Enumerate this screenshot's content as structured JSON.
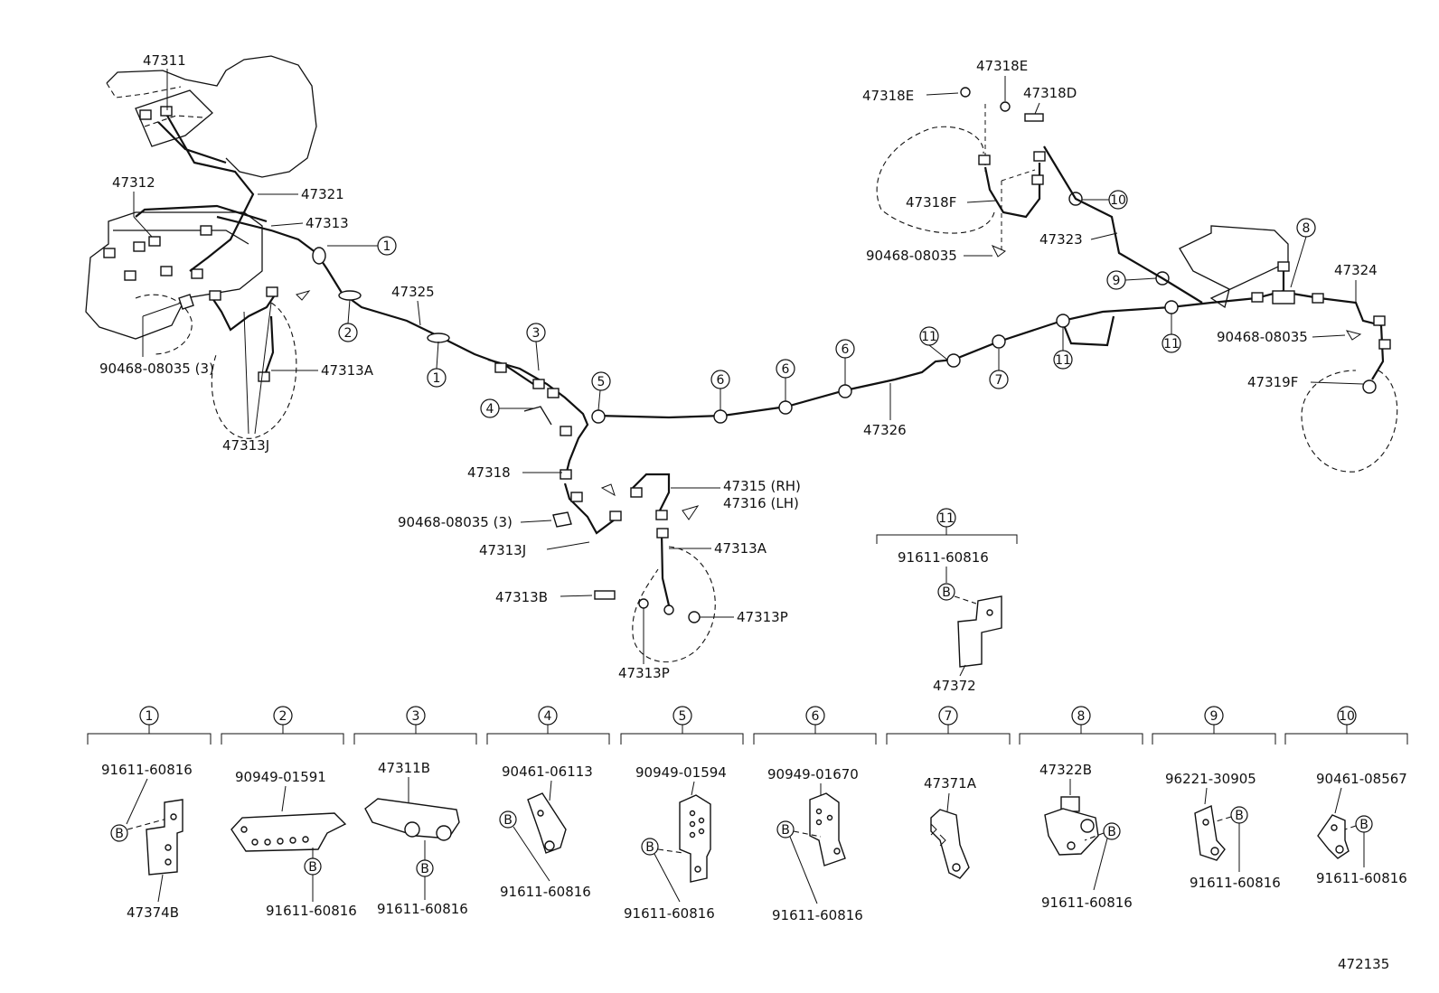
{
  "diagram_id": "472135",
  "callouts": {
    "c1": "1",
    "c2": "2",
    "c3": "3",
    "c4": "4",
    "c5": "5",
    "c6": "6",
    "c7": "7",
    "c8": "8",
    "c9": "9",
    "c10": "10",
    "c11": "11",
    "b": "B"
  },
  "parts": {
    "p47311": "47311",
    "p47312": "47312",
    "p47321": "47321",
    "p47313": "47313",
    "p47325": "47325",
    "p47313A": "47313A",
    "p47313J": "47313J",
    "p90468_3": "90468-08035 (3)",
    "p47318E": "47318E",
    "p47318D": "47318D",
    "p47318F": "47318F",
    "p90468": "90468-08035",
    "p47323": "47323",
    "p47324": "47324",
    "p47319F": "47319F",
    "p47326": "47326",
    "p47318": "47318",
    "p47315": "47315 (RH)",
    "p47316": "47316 (LH)",
    "p47313B": "47313B",
    "p47313P": "47313P",
    "p91611": "91611-60816",
    "p47372": "47372",
    "p47374B": "47374B",
    "p90949_01591": "90949-01591",
    "p47311B": "47311B",
    "p90461_06113": "90461-06113",
    "p90949_01594": "90949-01594",
    "p90949_01670": "90949-01670",
    "p47371A": "47371A",
    "p47322B": "47322B",
    "p96221": "96221-30905",
    "p90461_08567": "90461-08567"
  }
}
